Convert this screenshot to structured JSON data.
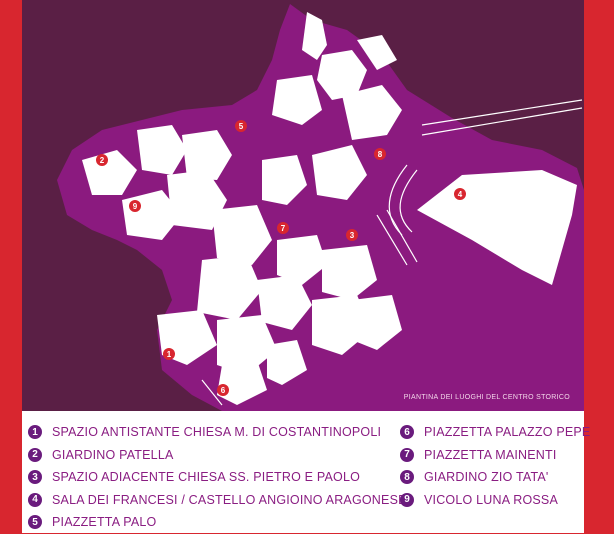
{
  "map": {
    "caption": "PIANTINA DEI LUOGHI DEL CENTRO STORICO",
    "colors": {
      "frame": "#d8262f",
      "background": "#5a1f45",
      "district": "#8b1a7f",
      "buildings": "#ffffff",
      "marker": "#d8262f",
      "legend_number": "#6a1b7d",
      "legend_text": "#8a1d82"
    },
    "markers": [
      "1",
      "2",
      "3",
      "4",
      "5",
      "6",
      "7",
      "8",
      "9"
    ]
  },
  "legend": {
    "left": [
      {
        "num": "1",
        "label": "SPAZIO ANTISTANTE CHIESA M. DI COSTANTINOPOLI"
      },
      {
        "num": "2",
        "label": "GIARDINO PATELLA"
      },
      {
        "num": "3",
        "label": "SPAZIO ADIACENTE CHIESA SS. PIETRO E PAOLO"
      },
      {
        "num": "4",
        "label": "SALA DEI FRANCESI / CASTELLO ANGIOINO ARAGONESE"
      },
      {
        "num": "5",
        "label": "PIAZZETTA PALO"
      }
    ],
    "right": [
      {
        "num": "6",
        "label": "PIAZZETTA PALAZZO PEPE"
      },
      {
        "num": "7",
        "label": "PIAZZETTA MAINENTI"
      },
      {
        "num": "8",
        "label": "GIARDINO ZIO TATA'"
      },
      {
        "num": "9",
        "label": "VICOLO LUNA ROSSA"
      }
    ]
  }
}
